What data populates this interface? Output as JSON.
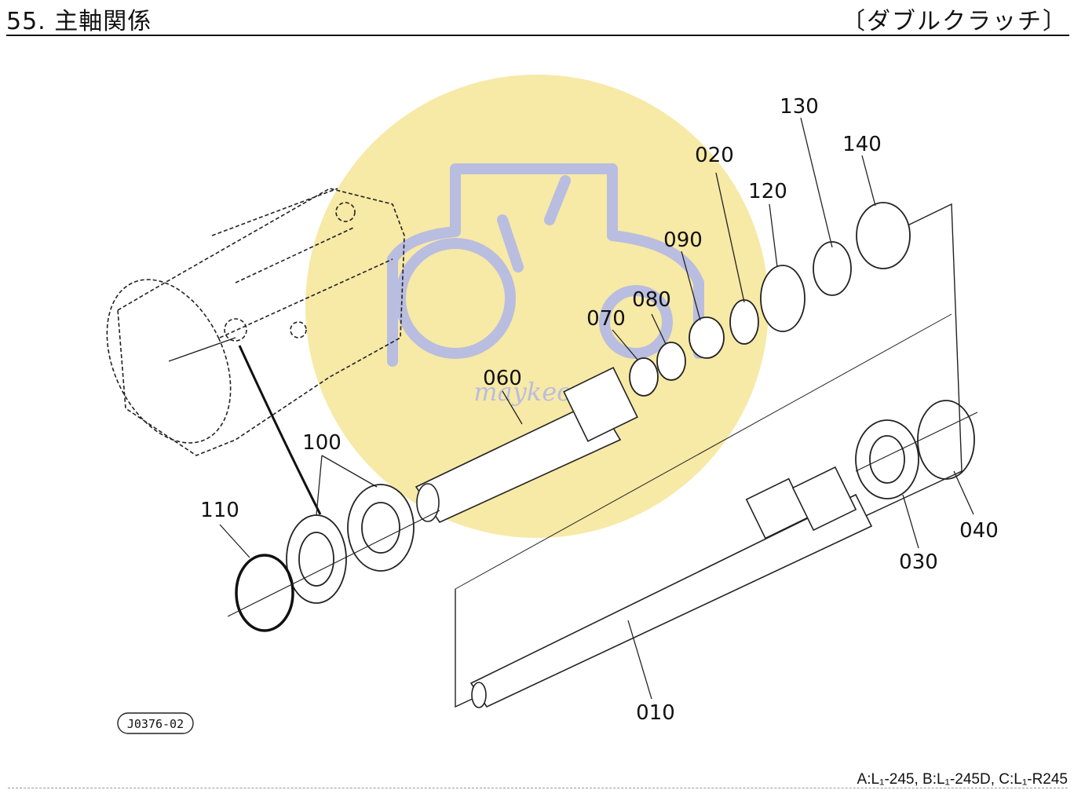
{
  "header": {
    "title": "55. 主軸関係",
    "variant": "〔ダブルクラッチ〕"
  },
  "watermark": {
    "text": "maykeo.vn",
    "color": "#f7e9a6",
    "icon": "tractor-icon"
  },
  "callouts": [
    {
      "id": "c010",
      "text": "010"
    },
    {
      "id": "c020",
      "text": "020"
    },
    {
      "id": "c030",
      "text": "030"
    },
    {
      "id": "c040",
      "text": "040"
    },
    {
      "id": "c060",
      "text": "060"
    },
    {
      "id": "c070",
      "text": "070"
    },
    {
      "id": "c080",
      "text": "080"
    },
    {
      "id": "c090",
      "text": "090"
    },
    {
      "id": "c100",
      "text": "100"
    },
    {
      "id": "c110",
      "text": "110"
    },
    {
      "id": "c120",
      "text": "120"
    },
    {
      "id": "c130",
      "text": "130"
    },
    {
      "id": "c140",
      "text": "140"
    }
  ],
  "drawing_code": "J0376-02",
  "footer": {
    "models_main": "A:L₁-245, B:L₁-245D, C:L₁-R245"
  }
}
